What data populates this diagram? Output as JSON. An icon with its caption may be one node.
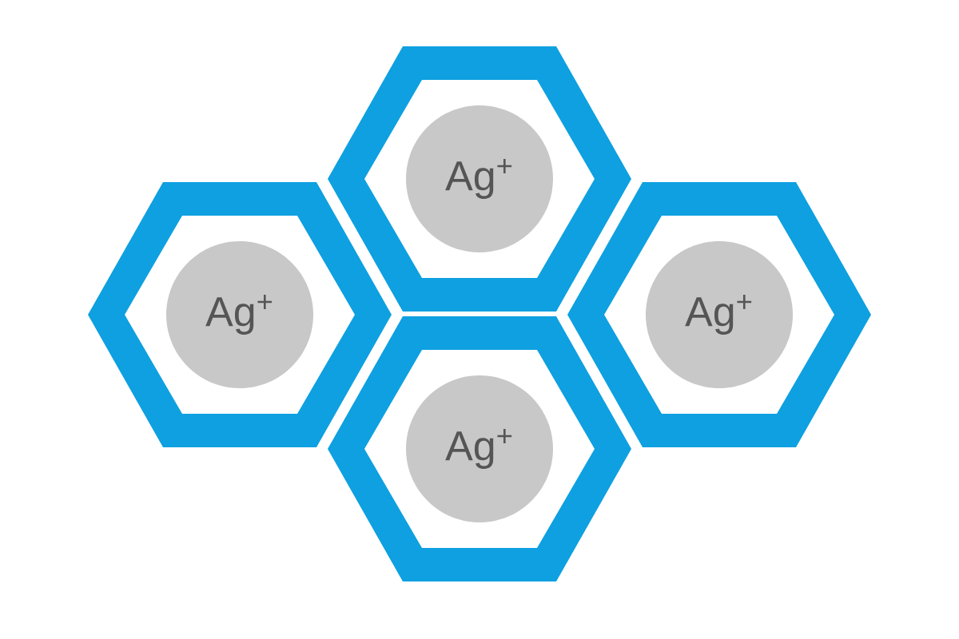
{
  "diagram": {
    "nodes": [
      {
        "text": [
          "Ag$^{+}$"
        ]
      },
      {
        "text": [
          "Ag$^{+}$"
        ]
      },
      {
        "text": [
          "Ag$^{+}$"
        ]
      },
      {
        "text": [
          "Ag$^{+}$"
        ]
      }
    ]
  }
}
